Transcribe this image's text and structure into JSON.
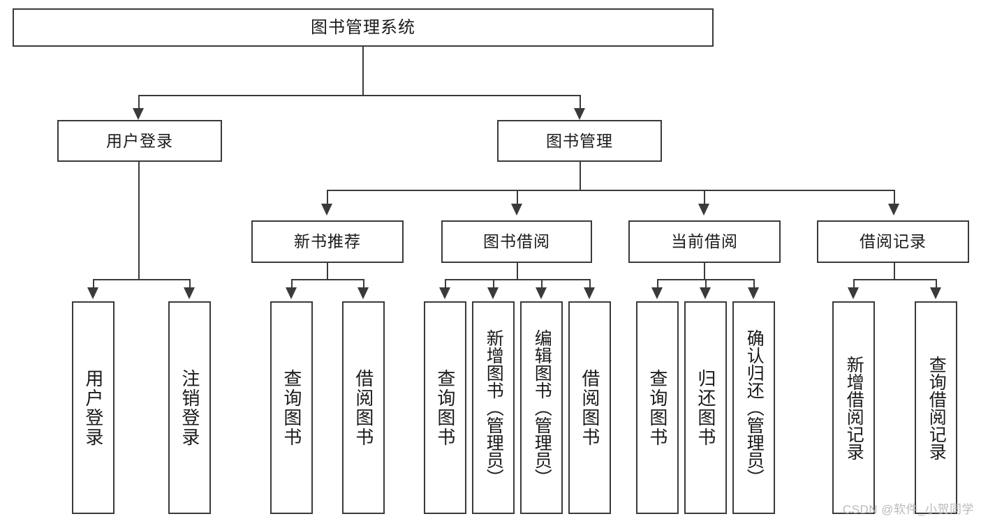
{
  "diagram": {
    "title": "图书管理系统",
    "type": "tree",
    "root": {
      "id": "root",
      "label": "图书管理系统"
    },
    "level1": [
      {
        "id": "user-login",
        "label": "用户登录"
      },
      {
        "id": "book-management",
        "label": "图书管理"
      }
    ],
    "level2": [
      {
        "id": "new-book-recommend",
        "label": "新书推荐",
        "parent": "book-management"
      },
      {
        "id": "book-borrow",
        "label": "图书借阅",
        "parent": "book-management"
      },
      {
        "id": "current-borrow",
        "label": "当前借阅",
        "parent": "book-management"
      },
      {
        "id": "borrow-record",
        "label": "借阅记录",
        "parent": "book-management"
      }
    ],
    "leaves": [
      {
        "id": "leaf-user-login",
        "label": "用户登录",
        "parent": "user-login"
      },
      {
        "id": "leaf-logout-login",
        "label": "注销登录",
        "parent": "user-login"
      },
      {
        "id": "leaf-query-book-1",
        "label": "查询图书",
        "parent": "new-book-recommend"
      },
      {
        "id": "leaf-borrow-book-1",
        "label": "借阅图书",
        "parent": "new-book-recommend"
      },
      {
        "id": "leaf-query-book-2",
        "label": "查询图书",
        "parent": "book-borrow"
      },
      {
        "id": "leaf-add-book",
        "label": "新增图书（管理员）",
        "parent": "book-borrow"
      },
      {
        "id": "leaf-edit-book",
        "label": "编辑图书（管理员）",
        "parent": "book-borrow"
      },
      {
        "id": "leaf-borrow-book-2",
        "label": "借阅图书",
        "parent": "book-borrow"
      },
      {
        "id": "leaf-query-book-3",
        "label": "查询图书",
        "parent": "current-borrow"
      },
      {
        "id": "leaf-return-book",
        "label": "归还图书",
        "parent": "current-borrow"
      },
      {
        "id": "leaf-confirm-return",
        "label": "确认归还（管理员）",
        "parent": "current-borrow"
      },
      {
        "id": "leaf-add-record",
        "label": "新增借阅记录",
        "parent": "borrow-record"
      },
      {
        "id": "leaf-query-record",
        "label": "查询借阅记录",
        "parent": "borrow-record"
      }
    ]
  },
  "watermark": {
    "text": "CSDN @软件_小贺同学"
  },
  "colors": {
    "stroke": "#3a3a3a",
    "text": "#1a1a1a",
    "background": "#ffffff",
    "watermark": "#b9b9b9"
  }
}
